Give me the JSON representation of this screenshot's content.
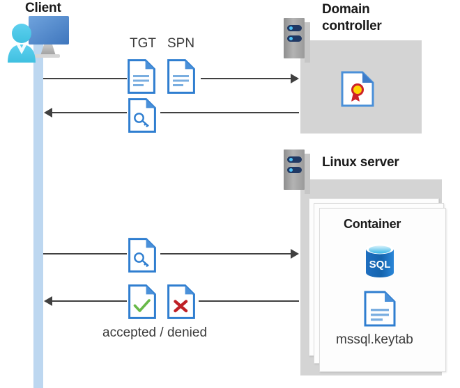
{
  "diagram": {
    "type": "sequence-diagram",
    "title_actors": {
      "client": "Client",
      "domain_controller": "Domain\ncontroller",
      "domain_controller_line1": "Domain",
      "domain_controller_line2": "controller",
      "linux_server": "Linux server",
      "container": "Container"
    },
    "labels": {
      "tgt": "TGT",
      "spn": "SPN",
      "accepted_denied": "accepted / denied",
      "keytab_file": "mssql.keytab",
      "sql_badge": "SQL"
    },
    "messages": [
      {
        "id": "msg-1",
        "from": "client",
        "to": "domain-controller",
        "direction": "right",
        "icons": [
          "tgt-document-icon",
          "spn-document-icon"
        ],
        "icon_labels": [
          "TGT",
          "SPN"
        ]
      },
      {
        "id": "msg-2",
        "from": "domain-controller",
        "to": "client",
        "direction": "left",
        "icons": [
          "key-document-icon"
        ],
        "icon_labels": []
      },
      {
        "id": "msg-3",
        "from": "client",
        "to": "linux-server",
        "direction": "right",
        "icons": [
          "key-document-icon"
        ],
        "icon_labels": []
      },
      {
        "id": "msg-4",
        "from": "linux-server",
        "to": "client",
        "direction": "left",
        "icons": [
          "accepted-document-icon",
          "denied-document-icon"
        ],
        "icon_labels": [
          "accepted / denied"
        ]
      }
    ],
    "icons": {
      "client": "user-workstation-icon",
      "domain_controller": "server-rack-icon",
      "linux_server": "server-rack-icon",
      "certificate": "certificate-document-icon",
      "database": "sql-database-icon",
      "keytab": "keytab-document-icon",
      "ticket_granting": "document-icon",
      "key_ticket": "key-document-icon",
      "accepted": "check-document-icon",
      "denied": "cross-document-icon"
    },
    "colors": {
      "accent_blue": "#2f7ed0",
      "doc_fold_blue": "#3d7cc9",
      "lifeline_blue": "#bdd7f0",
      "panel_grey": "#d4d4d4",
      "rack_grey": "#9a9a9a",
      "rack_navy": "#1f3864",
      "rack_dot": "#4fc3f7",
      "arrow_grey": "#404040",
      "accepted_green": "#68b948",
      "denied_red": "#bf2026",
      "cert_red": "#cc2229",
      "cert_gold": "#ffd400",
      "sql_blue": "#0f6cbd",
      "text_dark": "#1a1a1a",
      "text_body": "#3b3b3b"
    }
  }
}
